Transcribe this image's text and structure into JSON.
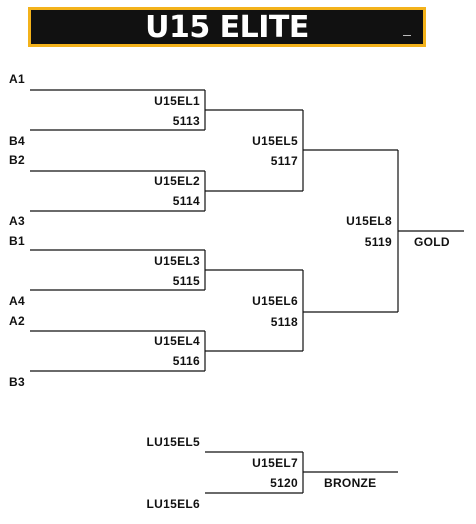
{
  "title": "U15 ELITE",
  "colors": {
    "banner_bg": "#111111",
    "banner_border": "#f3b21b",
    "line": "#111111"
  },
  "seeds": {
    "a1": "A1",
    "b4": "B4",
    "b2": "B2",
    "a3": "A3",
    "b1": "B1",
    "a4": "A4",
    "a2": "A2",
    "b3": "B3"
  },
  "games": {
    "g1": {
      "name": "U15EL1",
      "number": "5113"
    },
    "g2": {
      "name": "U15EL2",
      "number": "5114"
    },
    "g3": {
      "name": "U15EL3",
      "number": "5115"
    },
    "g4": {
      "name": "U15EL4",
      "number": "5116"
    },
    "g5": {
      "name": "U15EL5",
      "number": "5117"
    },
    "g6": {
      "name": "U15EL6",
      "number": "5118"
    },
    "g8": {
      "name": "U15EL8",
      "number": "5119"
    },
    "g7": {
      "name": "U15EL7",
      "number": "5120"
    }
  },
  "gold_label": "GOLD",
  "bronze": {
    "team_top": "LU15EL5",
    "team_bottom": "LU15EL6",
    "label": "BRONZE"
  }
}
